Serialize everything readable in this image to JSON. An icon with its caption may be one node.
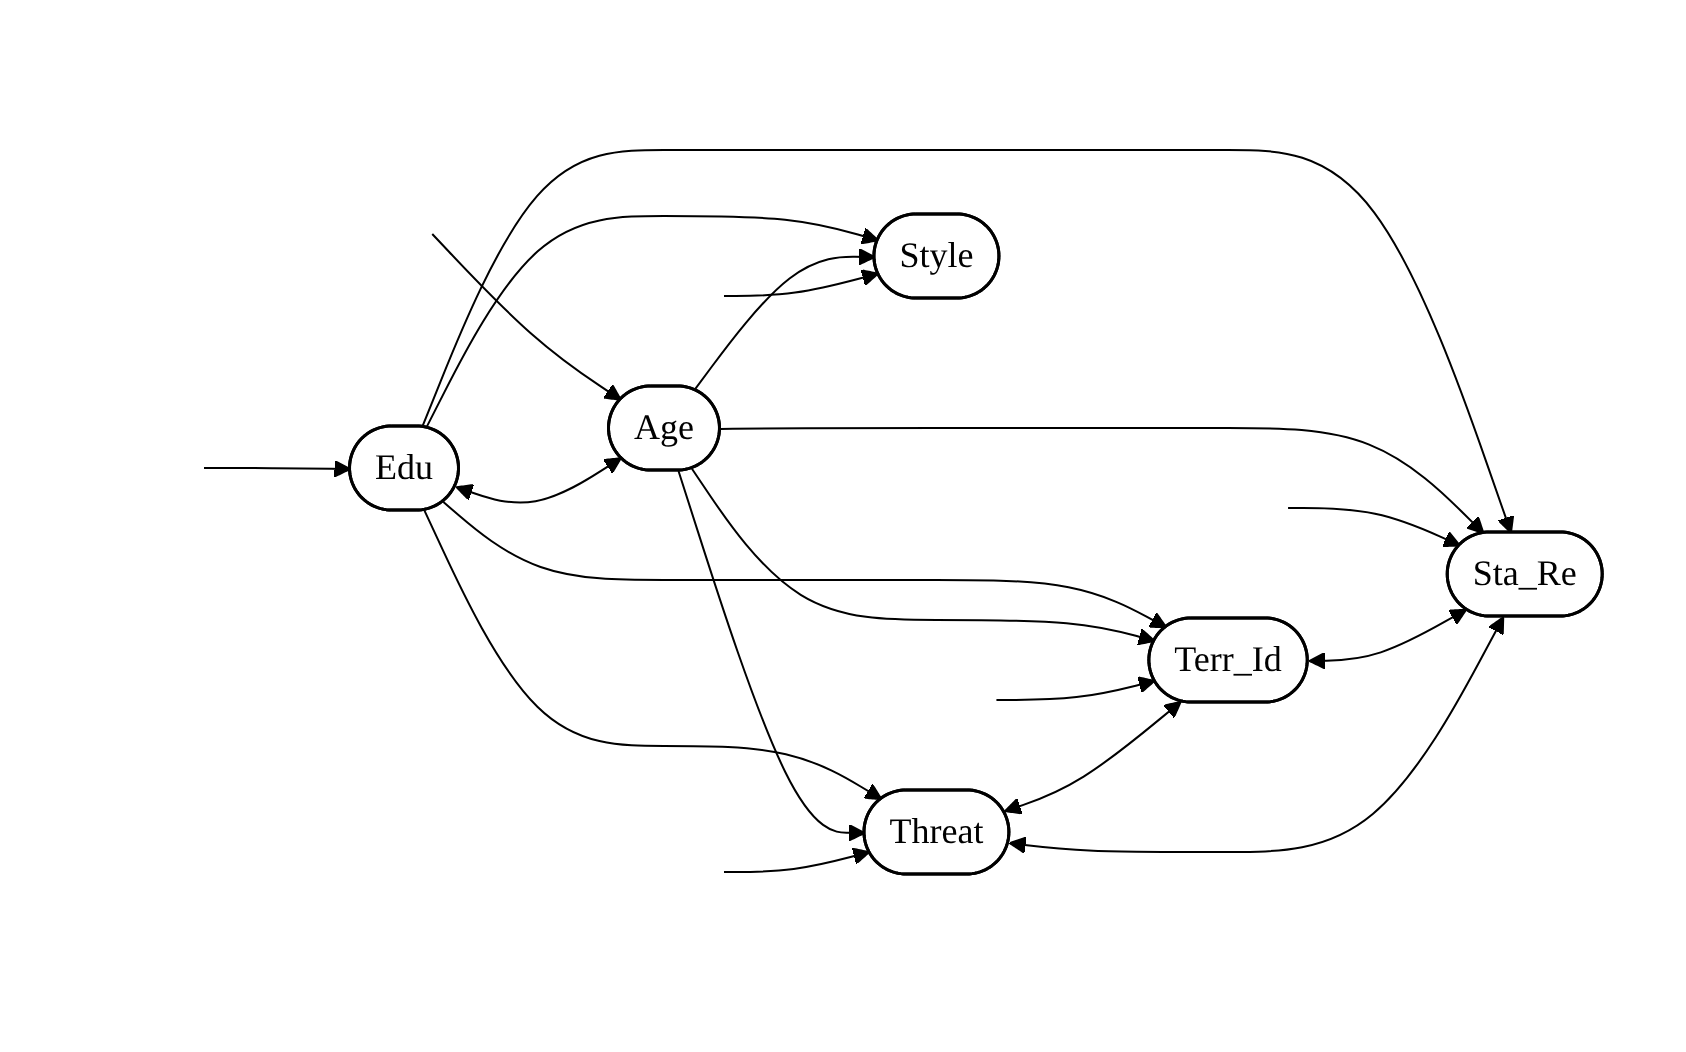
{
  "diagram": {
    "nodes": [
      {
        "text": [
          "Edu"
        ]
      },
      {
        "text": [
          "Age"
        ]
      },
      {
        "text": [
          "Threat"
        ]
      },
      {
        "text": [
          "Terr_Id"
        ]
      },
      {
        "text": [
          "Sta_Re"
        ]
      },
      {
        "text": [
          "Style"
        ]
      }
    ],
    "edges": [
      {
        "from": null,
        "to": 0,
        "arrow": "to"
      },
      {
        "from": null,
        "to": 1,
        "arrow": "to"
      },
      {
        "from": 0,
        "to": 1,
        "arrow": "both"
      },
      {
        "from": 0,
        "to": 2,
        "arrow": "to"
      },
      {
        "from": 0,
        "to": 3,
        "arrow": "to"
      },
      {
        "from": 0,
        "to": 4,
        "arrow": "to"
      },
      {
        "from": 0,
        "to": 5,
        "arrow": "to"
      },
      {
        "from": 1,
        "to": 2,
        "arrow": "to"
      },
      {
        "from": 1,
        "to": 3,
        "arrow": "to"
      },
      {
        "from": 1,
        "to": 4,
        "arrow": "to"
      },
      {
        "from": 1,
        "to": 5,
        "arrow": "to"
      },
      {
        "from": null,
        "to": 2,
        "arrow": "to"
      },
      {
        "from": null,
        "to": 3,
        "arrow": "to"
      },
      {
        "from": null,
        "to": 4,
        "arrow": "to"
      },
      {
        "from": null,
        "to": 5,
        "arrow": "to"
      },
      {
        "from": 2,
        "to": 3,
        "arrow": "both"
      },
      {
        "from": 3,
        "to": 4,
        "arrow": "both"
      },
      {
        "from": 2,
        "to": 4,
        "arrow": "both"
      }
    ]
  }
}
